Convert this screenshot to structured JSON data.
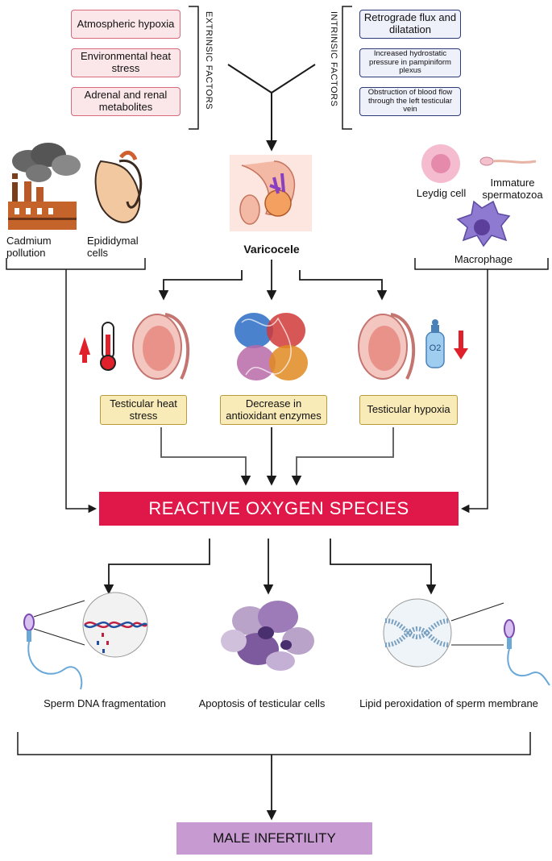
{
  "extrinsic": {
    "label": "EXTRINSIC FACTORS",
    "items": [
      "Atmospheric hypoxia",
      "Environmental heat stress",
      "Adrenal and renal metabolites"
    ]
  },
  "intrinsic": {
    "label": "INTRINSIC FACTORS",
    "items": [
      "Retrograde flux and dilatation",
      "Increased hydrostatic pressure in pampiniform plexus",
      "Obstruction of blood flow through the left testicular vein"
    ]
  },
  "left_sources": [
    "Cadmium pollution",
    "Epididymal cells"
  ],
  "right_sources": [
    "Leydig cell",
    "Immature spermatozoa",
    "Macrophage"
  ],
  "varicocele": "Varicocele",
  "mechanisms": [
    "Testicular heat stress",
    "Decrease in antioxidant enzymes",
    "Testicular hypoxia"
  ],
  "o2_label": "O2",
  "ros": "REACTIVE OXYGEN SPECIES",
  "outcomes": [
    "Sperm DNA fragmentation",
    "Apoptosis of testicular cells",
    "Lipid peroxidation of sperm membrane"
  ],
  "final": "MALE INFERTILITY",
  "colors": {
    "extrinsic_fill": "#fbe6e9",
    "extrinsic_border": "#d86a7c",
    "intrinsic_fill": "#eef0fa",
    "intrinsic_border": "#2e3a78",
    "mechanism_fill": "#f9ebb8",
    "ros_fill": "#e0184a",
    "final_fill": "#c79bd1"
  }
}
